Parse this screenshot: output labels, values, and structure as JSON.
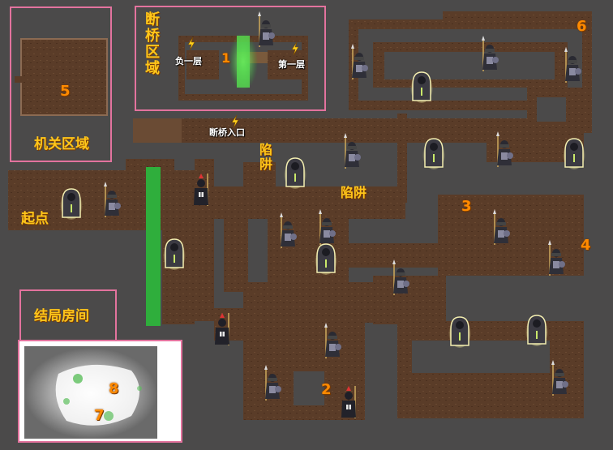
{
  "regions": {
    "broken_bridge_area": "断桥区域",
    "mechanism_area": "机关区域",
    "ending_room": "结局房间",
    "start": "起点",
    "bridge_entrance": "断桥入口",
    "trap_vertical": "陷阱",
    "trap": "陷阱",
    "floor_minus_one": "负一层",
    "floor_one": "第一层"
  },
  "markers": [
    "1",
    "2",
    "3",
    "4",
    "5",
    "6",
    "7",
    "8"
  ],
  "colors": {
    "label_yellow": "#ffd21e",
    "marker_orange": "#ff8a00",
    "box_pink": "#e3739e",
    "floor_brown": "#5a3c28",
    "wall_gray": "#3a3838"
  },
  "icons": [
    "lightning-icon",
    "spear-guard-icon",
    "hooded-ghost-icon"
  ]
}
